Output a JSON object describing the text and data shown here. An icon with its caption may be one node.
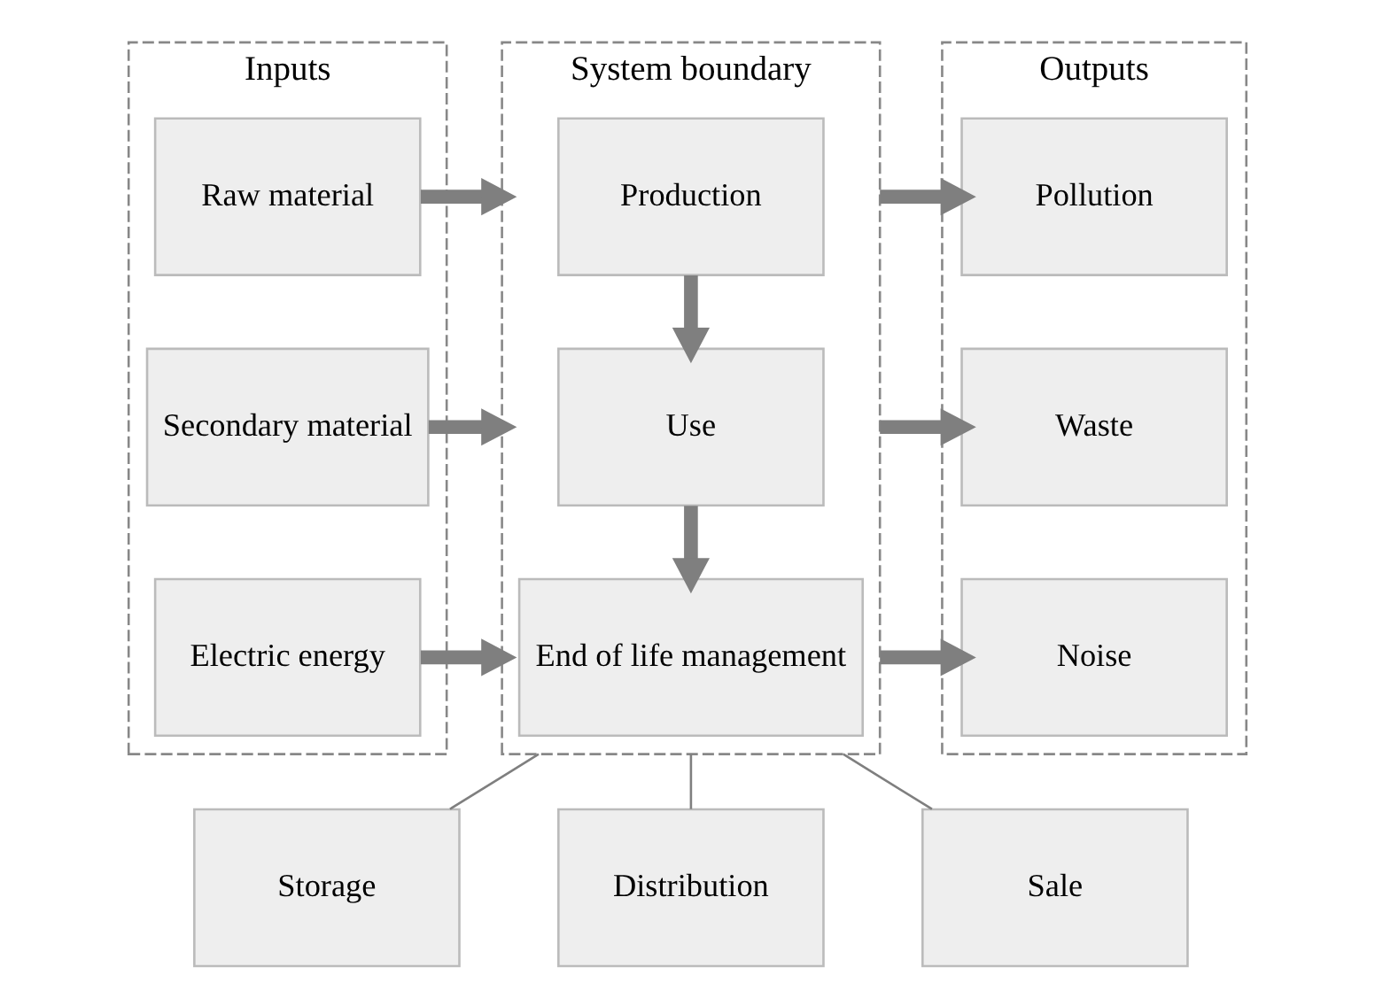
{
  "diagram": {
    "nodes": [
      {
        "text": [
          "Inputs"
        ]
      },
      {
        "text": [
          "Raw material"
        ],
        "in": 0
      },
      {
        "text": [
          "Secondary material"
        ],
        "in": 0
      },
      {
        "text": [
          "Electric energy"
        ],
        "in": 0
      },
      {
        "text": [
          "System boundary"
        ]
      },
      {
        "text": [
          "Production"
        ],
        "in": 4
      },
      {
        "text": [
          "Use"
        ],
        "in": 4
      },
      {
        "text": [
          "End of life management"
        ],
        "in": 4
      },
      {
        "text": [
          "Outputs"
        ]
      },
      {
        "text": [
          "Pollution"
        ],
        "in": 8
      },
      {
        "text": [
          "Waste"
        ],
        "in": 8
      },
      {
        "text": [
          "Noise"
        ],
        "in": 8
      },
      {
        "text": [
          "Storage"
        ]
      },
      {
        "text": [
          "Distribution"
        ]
      },
      {
        "text": [
          "Sale"
        ]
      }
    ],
    "edges": [
      {
        "from": 1,
        "to": 4,
        "arrow": "to"
      },
      {
        "from": 2,
        "to": 4,
        "arrow": "to"
      },
      {
        "from": 3,
        "to": 4,
        "arrow": "to"
      },
      {
        "from": 5,
        "to": 6,
        "arrow": "to"
      },
      {
        "from": 6,
        "to": 7,
        "arrow": "to"
      },
      {
        "from": 4,
        "to": 9,
        "arrow": "to"
      },
      {
        "from": 4,
        "to": 10,
        "arrow": "to"
      },
      {
        "from": 4,
        "to": 11,
        "arrow": "to"
      },
      {
        "from": 4,
        "to": 12,
        "arrow": "none"
      },
      {
        "from": 4,
        "to": 13,
        "arrow": "none"
      },
      {
        "from": 4,
        "to": 14,
        "arrow": "none"
      }
    ]
  }
}
